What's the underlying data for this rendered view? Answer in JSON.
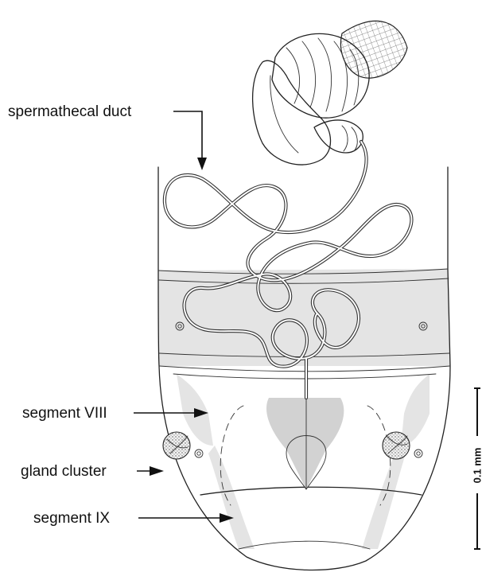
{
  "labels": {
    "spermathecal_duct": "spermathecal duct",
    "segment_viii": "segment VIII",
    "gland_cluster": "gland cluster",
    "segment_ix": "segment IX"
  },
  "scale_bar": {
    "label": "0.1 mm"
  }
}
